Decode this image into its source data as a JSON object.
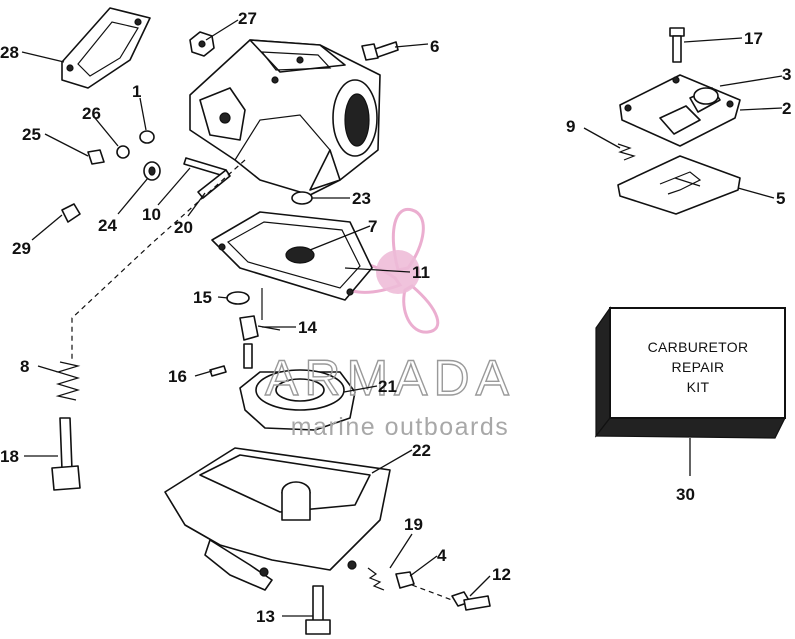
{
  "callouts": [
    "27",
    "6",
    "28",
    "1",
    "26",
    "25",
    "24",
    "10",
    "20",
    "29",
    "23",
    "7",
    "11",
    "15",
    "14",
    "8",
    "16",
    "21",
    "18",
    "22",
    "19",
    "4",
    "12",
    "13",
    "17",
    "3",
    "2",
    "9",
    "5",
    "30"
  ],
  "kit_box": {
    "line1": "CARBURETOR",
    "line2": "REPAIR",
    "line3": "KIT"
  },
  "watermark": {
    "title": "ARMADA",
    "subtitle": "marine outboards",
    "logo_color": "#e8a0c8"
  }
}
